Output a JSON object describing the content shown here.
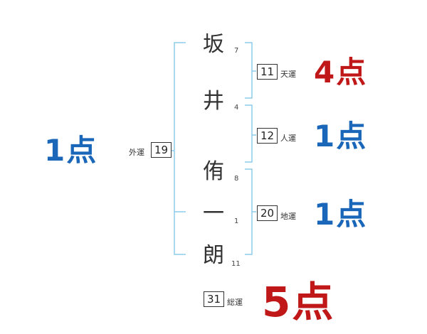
{
  "name_chars": [
    {
      "char": "坂",
      "strokes": "7"
    },
    {
      "char": "井",
      "strokes": "4"
    },
    {
      "char": "侑",
      "strokes": "8"
    },
    {
      "char": "一",
      "strokes": "1"
    },
    {
      "char": "朗",
      "strokes": "11"
    }
  ],
  "fortunes": {
    "ten": {
      "value": "11",
      "label": "天運",
      "score": "4点",
      "color": "#c01818"
    },
    "jin": {
      "value": "12",
      "label": "人運",
      "score": "1点",
      "color": "#1a66b8"
    },
    "chi": {
      "value": "20",
      "label": "地運",
      "score": "1点",
      "color": "#1a66b8"
    },
    "gai": {
      "value": "19",
      "label": "外運",
      "score": "1点",
      "color": "#1a66b8"
    },
    "sou": {
      "value": "31",
      "label": "総運",
      "score": "5点",
      "color": "#c01818"
    }
  },
  "bracket_color": "#8ecbea"
}
